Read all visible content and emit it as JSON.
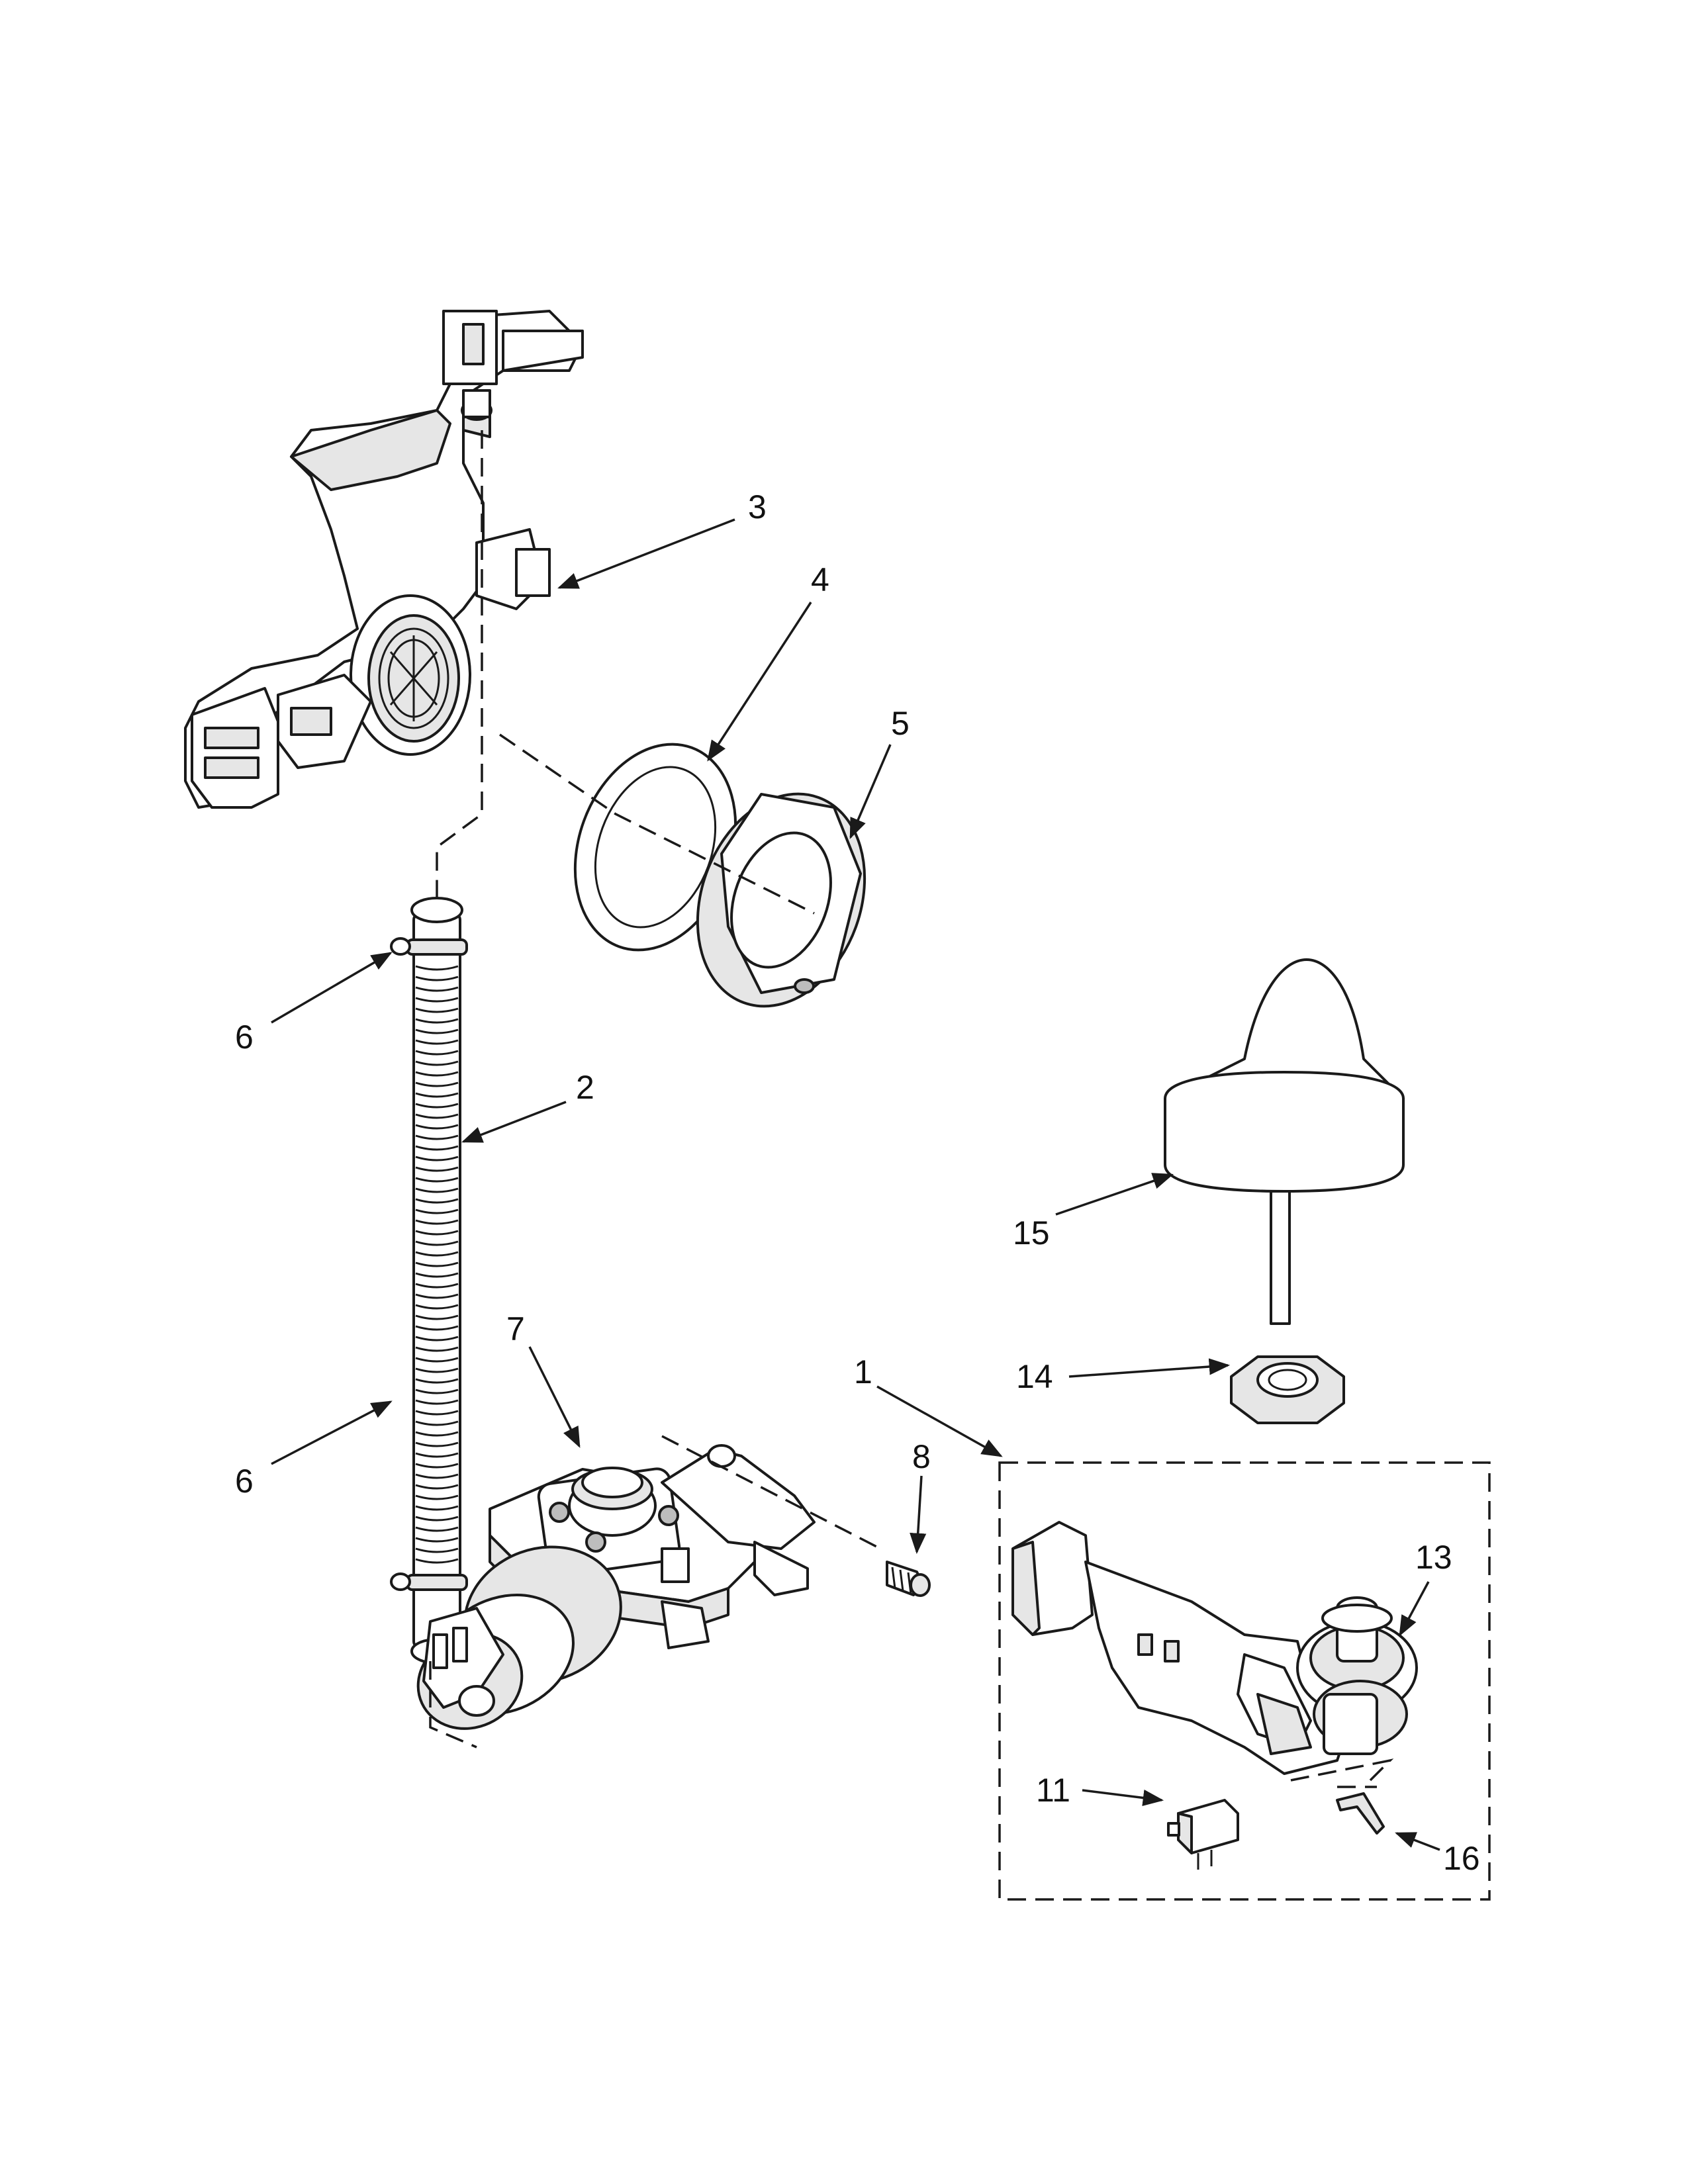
{
  "callouts": {
    "c1": "1",
    "c2": "2",
    "c3": "3",
    "c4": "4",
    "c5": "5",
    "c6a": "6",
    "c6b": "6",
    "c7": "7",
    "c8": "8",
    "c11": "11",
    "c13": "13",
    "c14": "14",
    "c15": "15",
    "c16": "16"
  }
}
